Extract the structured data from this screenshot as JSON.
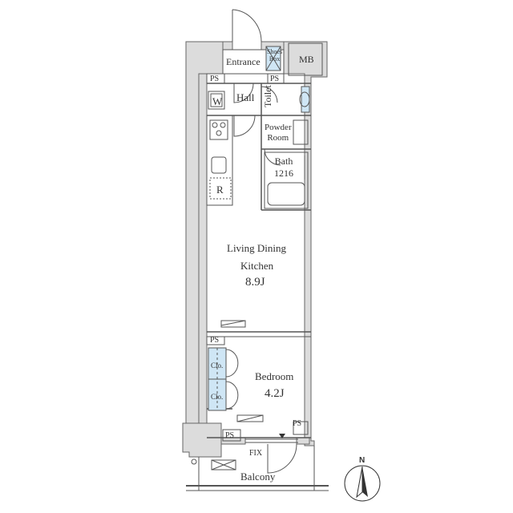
{
  "rooms": {
    "entrance": "Entrance",
    "shoes_box_line1": "Shoes",
    "shoes_box_line2": "Box",
    "mb": "MB",
    "ps_top_left": "PS",
    "ps_top_right": "PS",
    "w": "W",
    "hall": "Hall",
    "toilet": "Toilet",
    "powder_line1": "Powder",
    "powder_line2": "Room",
    "bath_line1": "Bath",
    "bath_line2": "1216",
    "r": "R",
    "ldk_line1": "Living Dining",
    "ldk_line2": "Kitchen",
    "ldk_size": "8.9J",
    "ps_mid": "PS",
    "clo_upper": "Clo.",
    "clo_lower": "Clo.",
    "bedroom": "Bedroom",
    "bedroom_size": "4.2J",
    "ps_bottom_left": "PS",
    "ps_bottom_right": "PS",
    "fix": "FIX",
    "balcony": "Balcony"
  },
  "compass": {
    "label": "N"
  },
  "colors": {
    "wall": "#dcdcdc",
    "line": "#555555",
    "closet": "#cfe6f5"
  }
}
